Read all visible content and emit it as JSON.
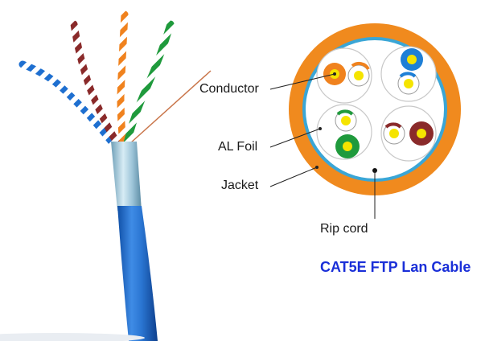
{
  "labels": {
    "conductor": "Conductor",
    "al_foil": "AL Foil",
    "jacket": "Jacket",
    "rip_cord": "Rip  cord"
  },
  "caption": "CAT5E  FTP Lan Cable",
  "colors": {
    "jacket_outer": "#f08a1e",
    "jacket_inner": "#3aa6d6",
    "sheath_blue": "#1f6fd0",
    "pair_blue": "#1e7fd6",
    "pair_orange": "#f0821e",
    "pair_green": "#1f9a3c",
    "pair_brown": "#8a2a2a",
    "conductor_core": "#f5e400",
    "caption_color": "#1a2fd8"
  },
  "icons": [
    "cable-cross-section",
    "twisted-pair-cable"
  ]
}
